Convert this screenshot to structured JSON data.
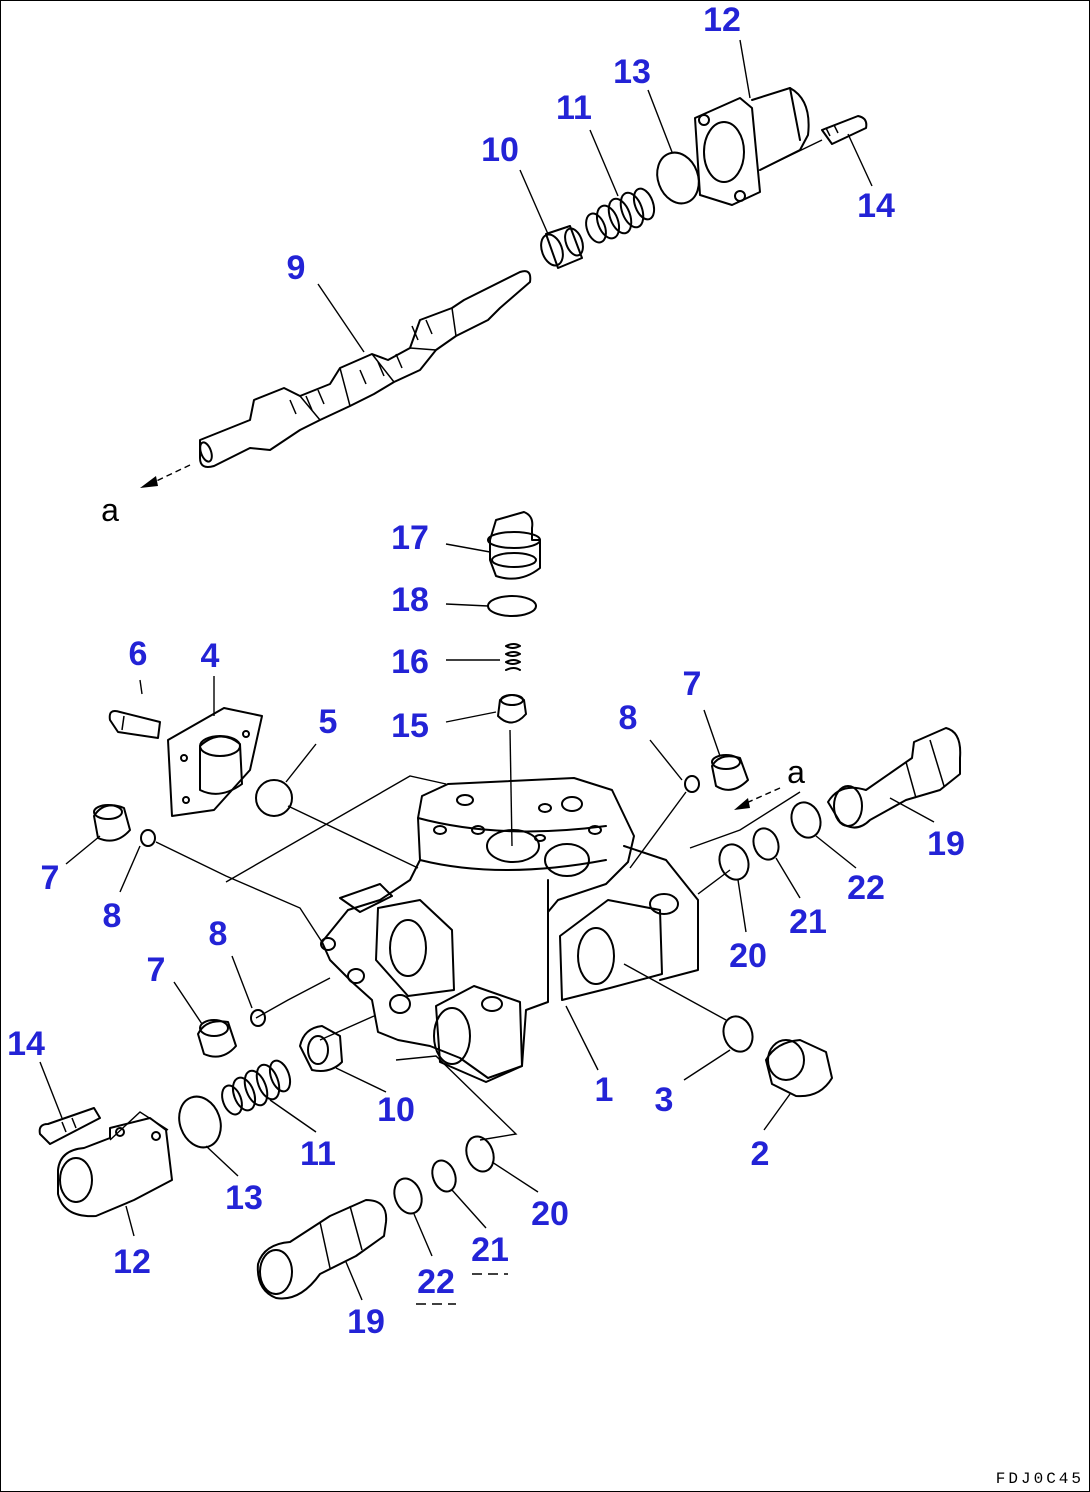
{
  "callouts": [
    {
      "id": "c12a",
      "label": "12"
    },
    {
      "id": "c13a",
      "label": "13"
    },
    {
      "id": "c11a",
      "label": "11"
    },
    {
      "id": "c10a",
      "label": "10"
    },
    {
      "id": "c14a",
      "label": "14"
    },
    {
      "id": "c9",
      "label": "9"
    },
    {
      "id": "c17",
      "label": "17"
    },
    {
      "id": "c18",
      "label": "18"
    },
    {
      "id": "c16",
      "label": "16"
    },
    {
      "id": "c15",
      "label": "15"
    },
    {
      "id": "c6",
      "label": "6"
    },
    {
      "id": "c4",
      "label": "4"
    },
    {
      "id": "c5",
      "label": "5"
    },
    {
      "id": "c7a",
      "label": "7"
    },
    {
      "id": "c8a",
      "label": "8"
    },
    {
      "id": "c7b",
      "label": "7"
    },
    {
      "id": "c8b",
      "label": "8"
    },
    {
      "id": "c19a",
      "label": "19"
    },
    {
      "id": "c22a",
      "label": "22"
    },
    {
      "id": "c21a",
      "label": "21"
    },
    {
      "id": "c20a",
      "label": "20"
    },
    {
      "id": "c8c",
      "label": "8"
    },
    {
      "id": "c7c",
      "label": "7"
    },
    {
      "id": "c14b",
      "label": "14"
    },
    {
      "id": "c10b",
      "label": "10"
    },
    {
      "id": "c11b",
      "label": "11"
    },
    {
      "id": "c1",
      "label": "1"
    },
    {
      "id": "c3",
      "label": "3"
    },
    {
      "id": "c2",
      "label": "2"
    },
    {
      "id": "c13b",
      "label": "13"
    },
    {
      "id": "c12b",
      "label": "12"
    },
    {
      "id": "c20b",
      "label": "20"
    },
    {
      "id": "c21b",
      "label": "21"
    },
    {
      "id": "c22b",
      "label": "22"
    },
    {
      "id": "c19b",
      "label": "19"
    }
  ],
  "section_markers": [
    {
      "id": "a1",
      "label": "a"
    },
    {
      "id": "a2",
      "label": "a"
    }
  ],
  "drawing_code": "FDJ0C45",
  "colors": {
    "callout": "#2323d6",
    "line": "#000000"
  }
}
